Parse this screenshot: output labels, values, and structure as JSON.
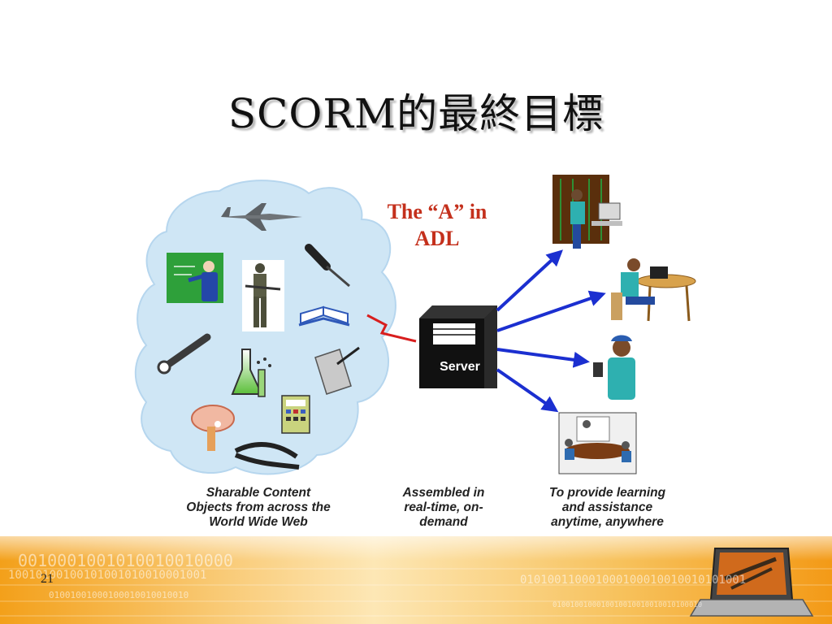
{
  "slide": {
    "title": "SCORM的最終目標",
    "page_number": "21"
  },
  "diagram": {
    "adl_line1": "The “A” in",
    "adl_line2": "ADL",
    "server_label": "Server",
    "captions": [
      {
        "lines": [
          "Sharable Content",
          "Objects from across the",
          "World Wide Web"
        ]
      },
      {
        "lines": [
          "Assembled in",
          "real-time, on-",
          "demand"
        ]
      },
      {
        "lines": [
          "To provide learning",
          "and assistance",
          "anytime, anywhere"
        ]
      }
    ]
  },
  "footer": {
    "binary_1": "0010001001010010010000",
    "binary_2": "10010100100101001010010001001",
    "binary_3": "01001001000100010010010010",
    "binary_4": "010100110001000100010010010101001",
    "binary_5": "0100100100010010010010010010100010"
  },
  "colors": {
    "cloud": "#cfe6f5",
    "arrow": "#1b2fd0",
    "lightning": "#d81e1e",
    "adl_text": "#c4301c",
    "footer_orange": "#f6a21c",
    "footer_light": "#fde7b5"
  }
}
